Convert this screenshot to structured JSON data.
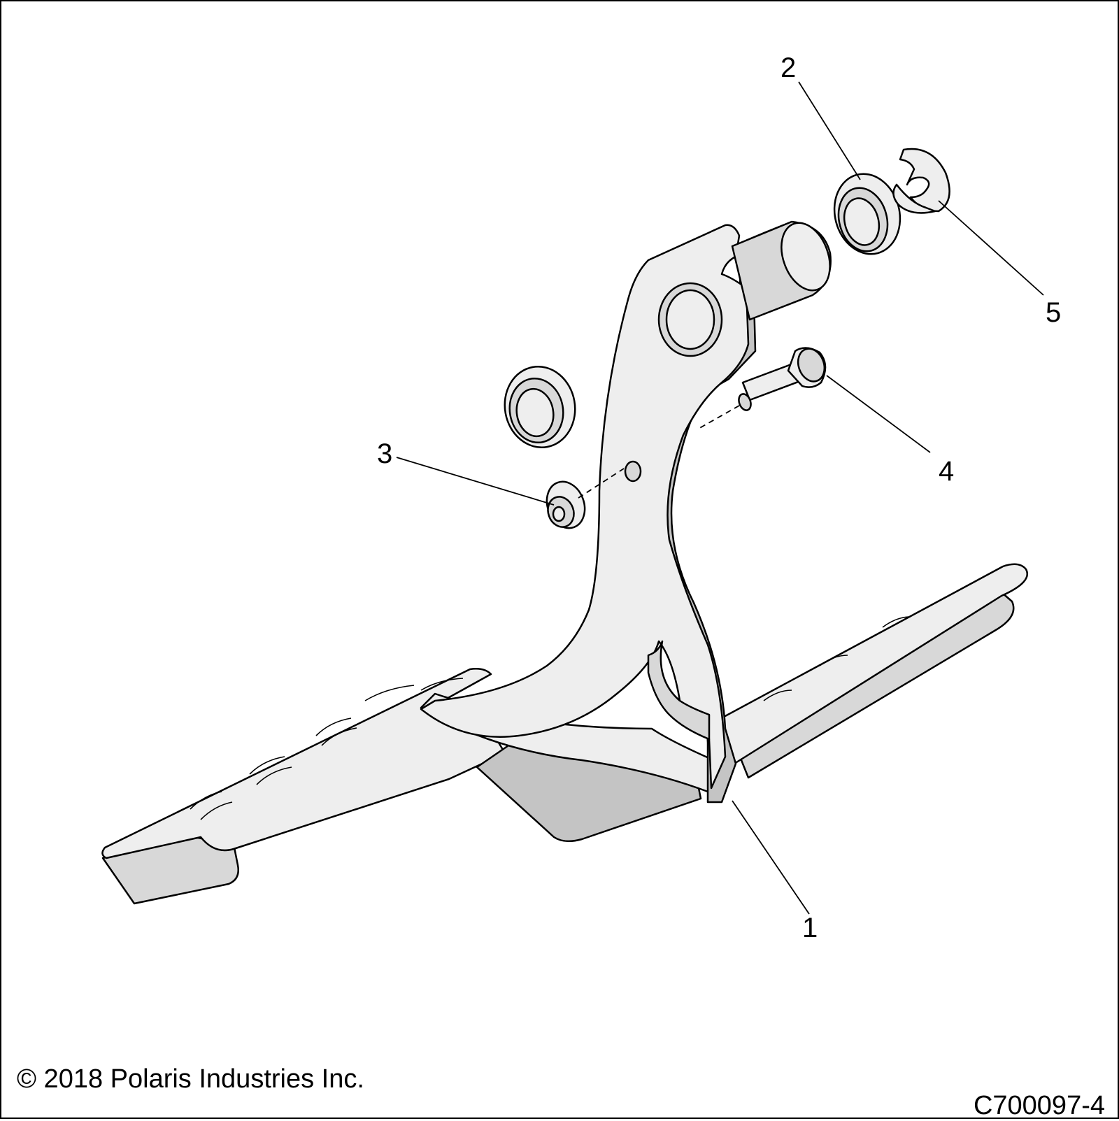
{
  "callouts": [
    {
      "number": "1",
      "part": "brake-pedal-arm"
    },
    {
      "number": "2",
      "part": "bushing"
    },
    {
      "number": "3",
      "part": "flange-nut"
    },
    {
      "number": "4",
      "part": "stop-bolt"
    },
    {
      "number": "5",
      "part": "e-clip"
    }
  ],
  "copyright": "© 2018 Polaris Industries Inc.",
  "drawing_number": "C700097-4"
}
